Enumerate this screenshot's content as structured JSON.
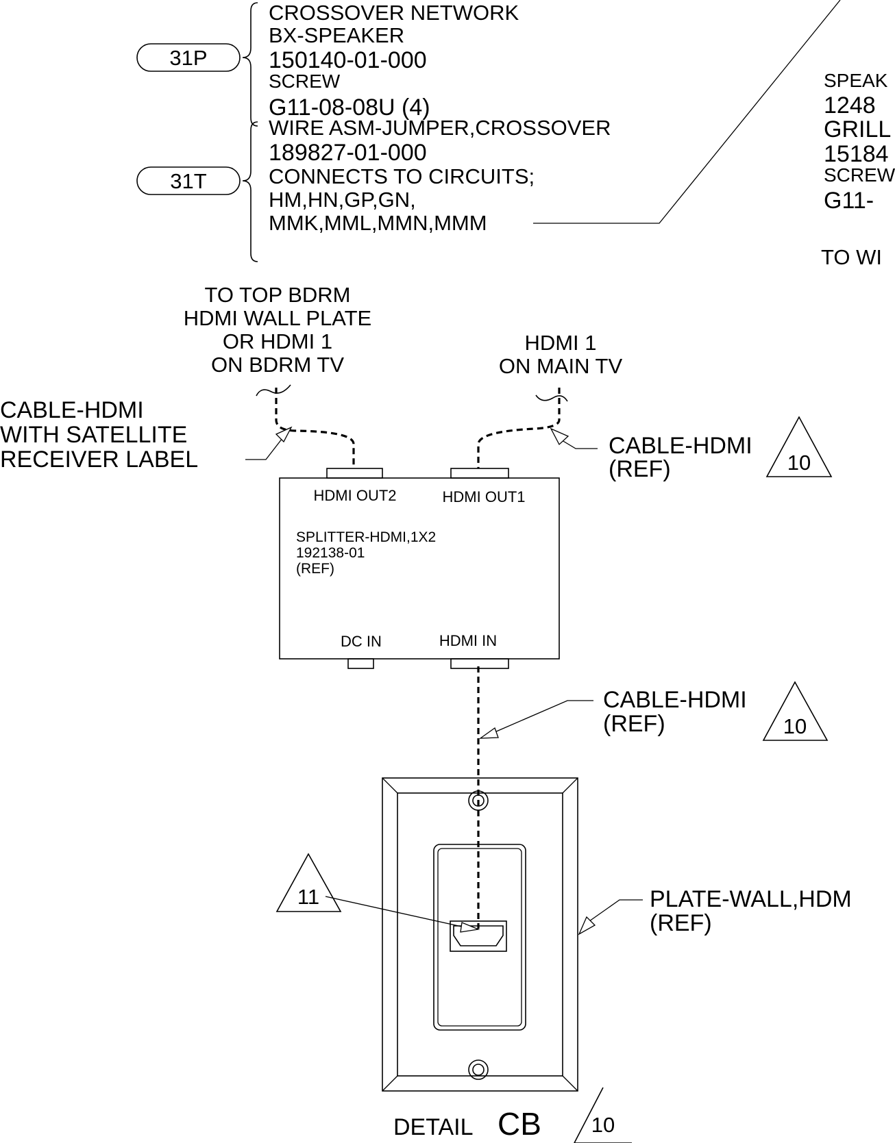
{
  "callout_31p": {
    "tag": "31P",
    "lines": [
      "CROSSOVER NETWORK",
      "BX-SPEAKER",
      "150140-01-000",
      "SCREW",
      "G11-08-08U (4)"
    ]
  },
  "callout_31t": {
    "tag": "31T",
    "lines": [
      "WIRE ASM-JUMPER,CROSSOVER",
      "189827-01-000",
      "CONNECTS TO CIRCUITS;",
      "HM,HN,GP,GN,",
      "MMK,MML,MMN,MMM"
    ]
  },
  "right_partial": {
    "lines": [
      "SPEAK",
      "1248",
      "GRILL",
      "15184",
      "SCREW",
      "G11-",
      "TO WI"
    ]
  },
  "labels": {
    "to_top_bdrm": [
      "TO TOP BDRM",
      "HDMI WALL PLATE",
      "OR HDMI 1",
      "ON BDRM TV"
    ],
    "hdmi1_main": [
      "HDMI 1",
      "ON MAIN TV"
    ],
    "cable_satellite": [
      "CABLE-HDMI",
      "WITH SATELLITE",
      "RECEIVER LABEL"
    ],
    "cable_ref_top": [
      "CABLE-HDMI",
      "(REF)"
    ],
    "cable_ref_mid": [
      "CABLE-HDMI",
      "(REF)"
    ],
    "plate_wall": [
      "PLATE-WALL,HDM",
      "(REF)"
    ]
  },
  "splitter": {
    "out2": "HDMI OUT2",
    "out1": "HDMI OUT1",
    "name": "SPLITTER-HDMI,1X2",
    "part": "192138-01",
    "ref": "(REF)",
    "dc_in": "DC IN",
    "hdmi_in": "HDMI IN"
  },
  "markers": {
    "rev_top": "10",
    "rev_mid": "10",
    "note_11": "11",
    "rev_detail": "10"
  },
  "detail": {
    "word": "DETAIL",
    "id": "CB"
  }
}
